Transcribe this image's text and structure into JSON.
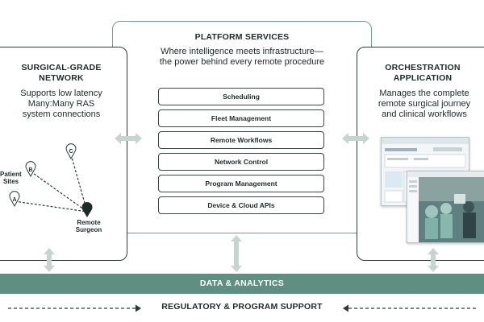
{
  "platform": {
    "title": "PLATFORM SERVICES",
    "tagline_line1": "Where intelligence meets infrastructure—",
    "tagline_line2": "the power behind every remote procedure",
    "services": [
      "Scheduling",
      "Fleet Management",
      "Remote Workflows",
      "Network Control",
      "Program Management",
      "Device & Cloud APIs"
    ]
  },
  "network": {
    "title_line1": "SURGICAL-GRADE",
    "title_line2": "NETWORK",
    "desc_line1": "Supports low latency",
    "desc_line2": "Many:Many RAS",
    "desc_line3": "system connections",
    "patient_label_line1": "Patient",
    "patient_label_line2": "Sites",
    "site_a": "A",
    "site_b": "B",
    "site_c": "C",
    "surgeon_label_line1": "Remote",
    "surgeon_label_line2": "Surgeon"
  },
  "orchestration": {
    "title_line1": "ORCHESTRATION",
    "title_line2": "APPLICATION",
    "desc_line1": "Manages the complete",
    "desc_line2": "remote surgical journey",
    "desc_line3": "and clinical workflows"
  },
  "bottom": {
    "data_analytics": "DATA & ANALYTICS",
    "regulatory": "REGULATORY & PROGRAM SUPPORT"
  },
  "colors": {
    "accent_green": "#5f8f81",
    "arrow_gray": "#c7d5d1",
    "frame_green": "#6e9f92",
    "ink": "#1e2a2a"
  }
}
